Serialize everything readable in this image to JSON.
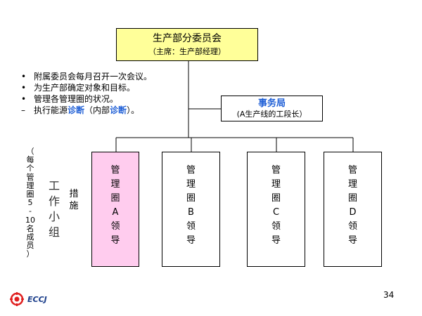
{
  "committee": {
    "title": "生产部分委员会",
    "subtitle": "（主席：生产部经理）"
  },
  "bullets": [
    {
      "marker": "•",
      "text": "附属委员会每月召开一次会议。"
    },
    {
      "marker": "•",
      "text": "为生产部确定对象和目标。"
    },
    {
      "marker": "•",
      "text": "管理各管理圈的状况。"
    },
    {
      "marker": "–",
      "text_parts": [
        "执行能源",
        "诊断",
        "（内部",
        "诊断",
        "）。"
      ]
    }
  ],
  "office": {
    "title": "事务局",
    "subtitle": "(A生产线的工段长）"
  },
  "circles": [
    {
      "chars": [
        "管",
        "理",
        "圈",
        "A",
        "领",
        "导"
      ],
      "highlighted": true
    },
    {
      "chars": [
        "管",
        "理",
        "圈",
        "B",
        "领",
        "导"
      ],
      "highlighted": false
    },
    {
      "chars": [
        "管",
        "理",
        "圈",
        "C",
        "领",
        "导"
      ],
      "highlighted": false
    },
    {
      "chars": [
        "管",
        "理",
        "圈",
        "D",
        "领",
        "导"
      ],
      "highlighted": false
    }
  ],
  "side_note_chars": [
    "（",
    "每",
    "个",
    "管",
    "理",
    "圈",
    "5",
    "-",
    "10",
    "名",
    "成",
    "员",
    "）"
  ],
  "team_chars": [
    "工",
    "作",
    "小",
    "组"
  ],
  "measures_chars": [
    "措",
    "施"
  ],
  "page_number": "34",
  "logo_text": "ECCJ",
  "colors": {
    "committee_fill": "#ffff99",
    "highlight_fill": "#ffccee",
    "accent_blue": "#1f5fd6",
    "logo_red": "#e02020"
  }
}
